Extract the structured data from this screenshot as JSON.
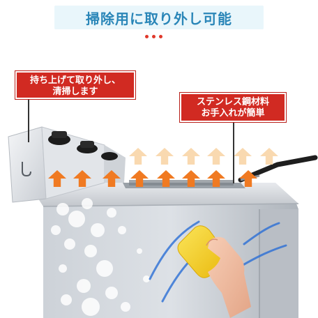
{
  "title": "掃除用に取り外し可能",
  "callout_left": {
    "line1": "持ち上げて取り外し、",
    "line2": "清掃します"
  },
  "callout_right": {
    "line1": "ステンレス鋼材料",
    "line2": "お手入れが簡単"
  },
  "colors": {
    "title_text": "#2a86b8",
    "title_bg": "#e9f6fb",
    "callout_bg": "#d12a22",
    "arrow_orange": "#f07a22",
    "arrow_pale": "#f9d9b0",
    "dot_red": "#e0382a",
    "sponge_yellow": "#f6d21a"
  },
  "icons": [
    "up-arrow-icon",
    "sponge-icon",
    "hand-icon",
    "hook-icon",
    "knob-icon"
  ]
}
